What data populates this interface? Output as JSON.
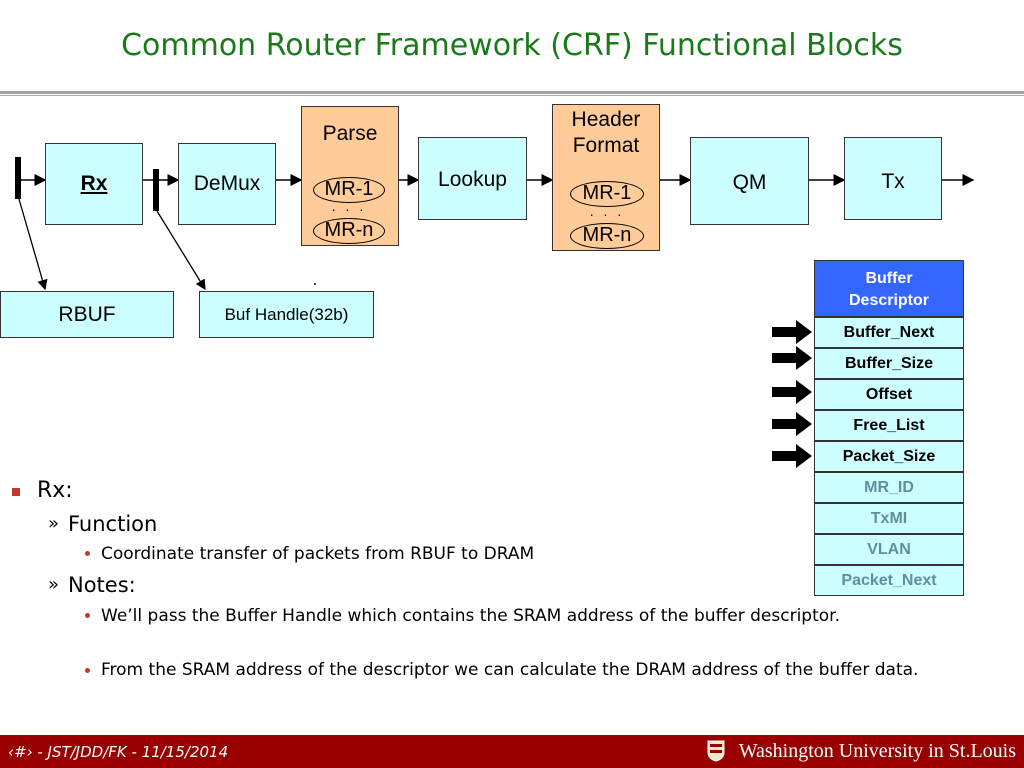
{
  "title": "Common Router Framework (CRF) Functional Blocks",
  "blocks": {
    "rx": "Rx",
    "demux": "DeMux",
    "parse": "Parse",
    "lookup": "Lookup",
    "header_format": [
      "Header",
      "Format"
    ],
    "qm": "QM",
    "tx": "Tx",
    "rbuf": "RBUF",
    "buf_handle": "Buf Handle(32b)",
    "mr_first": "MR-1",
    "mr_last": "MR-n",
    "mr_dots": ". . ."
  },
  "buffer_descriptor": {
    "header": [
      "Buffer",
      "Descriptor"
    ],
    "fields": [
      {
        "label": "Buffer_Next",
        "arrow": true
      },
      {
        "label": "Buffer_Size",
        "arrow": true
      },
      {
        "label": "Offset",
        "arrow": true
      },
      {
        "label": "Free_List",
        "arrow": true
      },
      {
        "label": "Packet_Size",
        "arrow": true
      },
      {
        "label": "MR_ID",
        "arrow": false
      },
      {
        "label": "TxMI",
        "arrow": false
      },
      {
        "label": "VLAN",
        "arrow": false
      },
      {
        "label": "Packet_Next",
        "arrow": false
      }
    ]
  },
  "bullets": {
    "l1": "Rx:",
    "function": "Function",
    "function_item": "Coordinate transfer of packets from RBUF to DRAM",
    "notes": "Notes:",
    "note1": "We’ll pass the Buffer Handle which contains the SRAM address of the buffer descriptor.",
    "note2": "From the SRAM address of the descriptor we can calculate the DRAM address of the buffer data."
  },
  "footer": {
    "left": "‹#› - JST/JDD/FK - 11/15/2014",
    "logo": "Washington University in St.Louis"
  },
  "colors": {
    "title": "#1a7a1a",
    "cyan": "#ccffff",
    "peach": "#ffcc99",
    "descriptor_header": "#3366ff",
    "footer": "#990000",
    "bullet_square": "#c0392b"
  }
}
